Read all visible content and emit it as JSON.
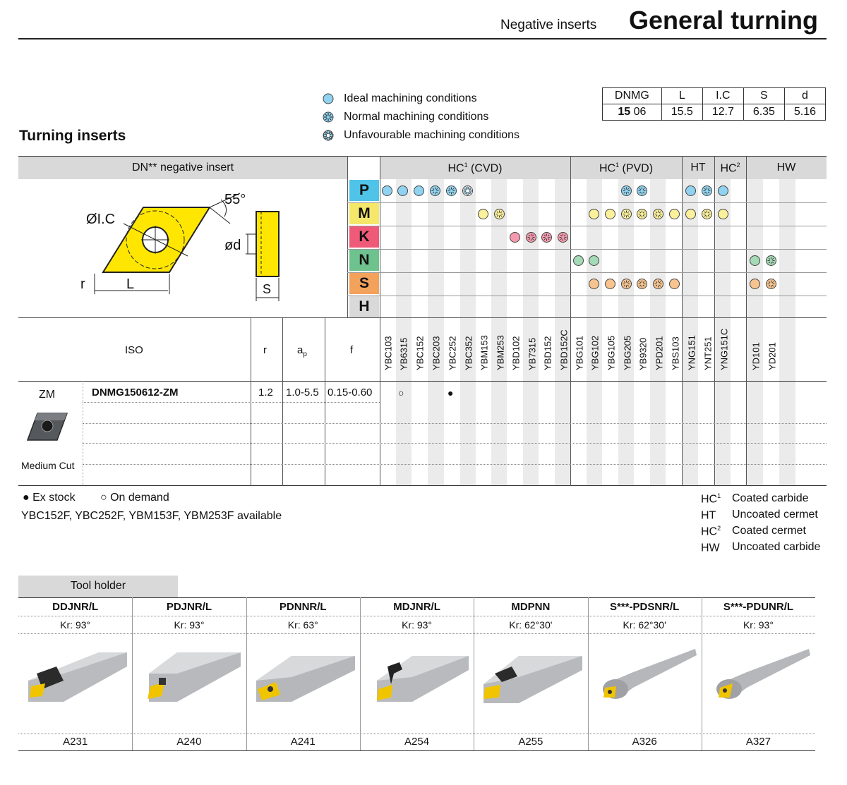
{
  "header": {
    "subtitle": "Negative inserts",
    "title": "General turning"
  },
  "legend": [
    {
      "text": "Ideal machining conditions",
      "icon": "ideal-circle-icon"
    },
    {
      "text": "Normal machining conditions",
      "icon": "normal-flower-icon"
    },
    {
      "text": "Unfavourable machining conditions",
      "icon": "unfavourable-flower-icon"
    }
  ],
  "dims_table": {
    "headers": [
      "DNMG",
      "L",
      "I.C",
      "S",
      "d"
    ],
    "code_bold": "15",
    "code_rest": "06",
    "values": [
      "15.5",
      "12.7",
      "6.35",
      "5.16"
    ]
  },
  "section_title": "Turning inserts",
  "insert_header": "DN** negative insert",
  "groups": [
    {
      "label": "HC",
      "sup": "1",
      "rest": " (CVD)"
    },
    {
      "label": "HC",
      "sup": "1",
      "rest": " (PVD)"
    },
    {
      "label": "HT",
      "sup": "",
      "rest": ""
    },
    {
      "label": "HC",
      "sup": "2",
      "rest": ""
    },
    {
      "label": "HW",
      "sup": "",
      "rest": ""
    }
  ],
  "diagram": {
    "angle": "55°",
    "ic": "ØI.C",
    "d": "ød",
    "r": "r",
    "l": "L",
    "s": "S"
  },
  "materials": [
    {
      "letter": "P",
      "color": "#4fc3e8"
    },
    {
      "letter": "M",
      "color": "#f4e76a"
    },
    {
      "letter": "K",
      "color": "#ef5a78"
    },
    {
      "letter": "N",
      "color": "#6ec28e"
    },
    {
      "letter": "S",
      "color": "#f2a25a"
    },
    {
      "letter": "H",
      "color": "#d9d9d9"
    }
  ],
  "grades": [
    "YBC103",
    "YB6315",
    "YBC152",
    "YBC203",
    "YBC252",
    "YBC352",
    "YBM153",
    "YBM253",
    "YBD102",
    "YB7315",
    "YBD152",
    "YBD152C",
    "YBG101",
    "YBG102",
    "YBG105",
    "YBG205",
    "YB9320",
    "YPD201",
    "YBS103",
    "YNG151",
    "YNT251",
    "YNG151C",
    "",
    "YD101",
    "YD201"
  ],
  "table_head": {
    "iso": "ISO",
    "r": "r",
    "ap": "a",
    "ap_sub": "p",
    "f": "f"
  },
  "product": {
    "group": "ZM",
    "code": "DNMG150612-ZM",
    "r": "1.2",
    "ap": "1.0-5.5",
    "f": "0.15-0.60",
    "cut": "Medium Cut",
    "availability": [
      "",
      "○",
      "",
      "●"
    ]
  },
  "notes": {
    "ex_stock": "● Ex stock",
    "on_demand": "○ On demand",
    "available": "YBC152F, YBC252F, YBM153F, YBM253F available"
  },
  "grade_legend": [
    {
      "code": "HC",
      "sup": "1",
      "desc": "Coated carbide"
    },
    {
      "code": "HT",
      "sup": "",
      "desc": "Uncoated cermet"
    },
    {
      "code": "HC",
      "sup": "2",
      "desc": "Coated cermet"
    },
    {
      "code": "HW",
      "sup": "",
      "desc": "Uncoated carbide"
    }
  ],
  "tool_holder": {
    "title": "Tool holder",
    "items": [
      {
        "name": "DDJNR/L",
        "kr": "Kr: 93°",
        "code": "A231"
      },
      {
        "name": "PDJNR/L",
        "kr": "Kr: 93°",
        "code": "A240"
      },
      {
        "name": "PDNNR/L",
        "kr": "Kr: 63°",
        "code": "A241"
      },
      {
        "name": "MDJNR/L",
        "kr": "Kr: 93°",
        "code": "A254"
      },
      {
        "name": "MDPNN",
        "kr": "Kr: 62°30'",
        "code": "A255"
      },
      {
        "name": "S***-PDSNR/L",
        "kr": "Kr: 62°30'",
        "code": "A326"
      },
      {
        "name": "S***-PDUNR/L",
        "kr": "Kr: 93°",
        "code": "A327"
      }
    ]
  }
}
